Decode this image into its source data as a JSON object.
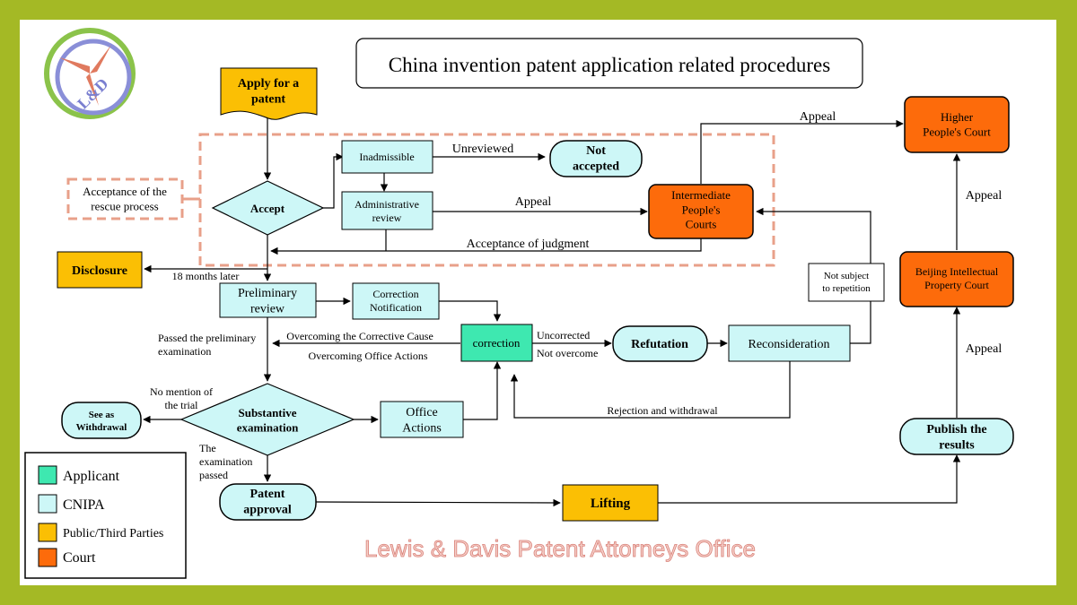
{
  "title": "China invention patent application related procedures",
  "logo_text": "L&D",
  "watermark": "Lewis & Davis Patent Attorneys Office",
  "colors": {
    "frame": "#a4b925",
    "applicant": "#3ee8b0",
    "cnipa": "#cdf7f7",
    "public": "#fbbf04",
    "court": "#fd6b0b",
    "dashed": "#e8a08a",
    "watermark": "#e3968d"
  },
  "nodes": {
    "apply": "Apply for a\npatent",
    "accept": "Accept",
    "inadmissible": "Inadmissible",
    "admin_review": "Administrative\nreview",
    "not_accepted": "Not\naccepted",
    "rescue": "Acceptance of the\nrescue process",
    "intermediate": "Intermediate\nPeople's\nCourts",
    "higher": "Higher\nPeople's Court",
    "disclosure": "Disclosure",
    "preliminary": "Preliminary\nreview",
    "correction_notification": "Correction\nNotification",
    "correction": "correction",
    "refutation": "Refutation",
    "reconsideration": "Reconsideration",
    "not_subject": "Not subject\nto repetition",
    "beijing": "Beijing Intellectual\nProperty Court",
    "substantive": "Substantive\nexamination",
    "office_actions": "Office\nActions",
    "see_withdrawal": "See as\nWithdrawal",
    "patent_approval": "Patent\napproval",
    "lifting": "Lifting",
    "publish": "Publish the\nresults"
  },
  "edge_labels": {
    "unreviewed": "Unreviewed",
    "appeal_admin": "Appeal",
    "acceptance_judgment": "Acceptance of judgment",
    "appeal_top": "Appeal",
    "appeal_beijing": "Appeal",
    "appeal_publish": "Appeal",
    "months18": "18 months later",
    "passed_prelim": "Passed the preliminary\nexamination",
    "overcoming_cause": "Overcoming the Corrective Cause",
    "overcoming_actions": "Overcoming Office Actions",
    "uncorrected": "Uncorrected",
    "not_overcome": "Not overcome",
    "rejection": "Rejection and withdrawal",
    "no_mention": "No mention of\nthe trial",
    "exam_passed": "The\nexamination\npassed"
  },
  "legend": [
    {
      "label": "Applicant",
      "color": "#3ee8b0"
    },
    {
      "label": "CNIPA",
      "color": "#cdf7f7"
    },
    {
      "label": "Public/Third Parties",
      "color": "#fbbf04"
    },
    {
      "label": "Court",
      "color": "#fd6b0b"
    }
  ]
}
